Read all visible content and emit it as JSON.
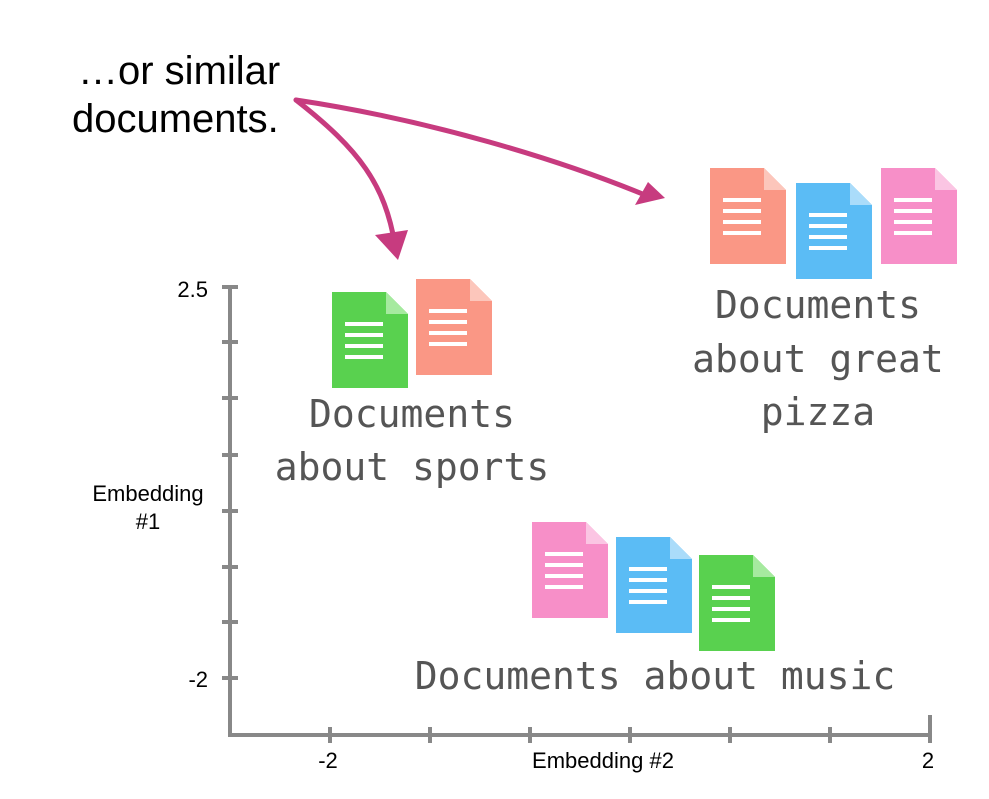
{
  "caption": {
    "line1": "…or similar",
    "line2": "documents."
  },
  "axes": {
    "y_label_line1": "Embedding",
    "y_label_line2": "#1",
    "x_label": "Embedding #2",
    "y_tick_top": "2.5",
    "y_tick_bottom": "-2",
    "x_tick_left": "-2",
    "x_tick_right": "2"
  },
  "clusters": {
    "sports": {
      "line1": "Documents",
      "line2": "about sports"
    },
    "pizza": {
      "line1": "Documents",
      "line2": "about great",
      "line3": "pizza"
    },
    "music": {
      "line1": "Documents about music"
    }
  },
  "colors": {
    "arrow": "#c73b7f",
    "axis": "#888888",
    "doc_green": "#59d14f",
    "doc_salmon": "#fa9785",
    "doc_blue": "#5bbcf5",
    "doc_pink": "#f78fc8",
    "handwriting": "#555555"
  },
  "icons": [
    "document-icon",
    "arrow-icon"
  ]
}
